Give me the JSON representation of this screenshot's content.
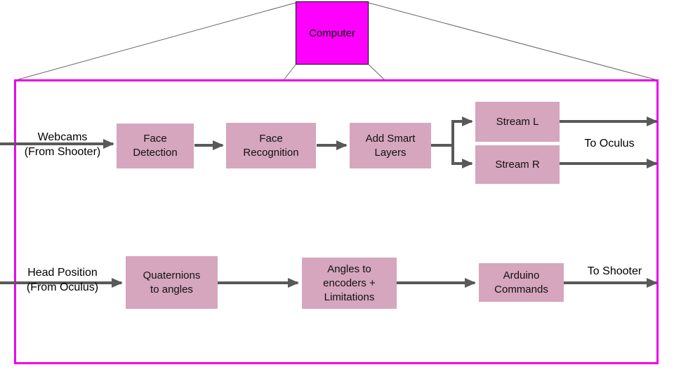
{
  "computer": {
    "label": "Computer"
  },
  "colors": {
    "computer_fill": "#ff00ff",
    "frame_border": "#ee00ee",
    "node_fill": "#d5a6bd",
    "arrow": "#595959",
    "connector_line": "#666666"
  },
  "pipeline_top": {
    "input_label": "Webcams\n(From Shooter)",
    "nodes": [
      {
        "label": "Face\nDetection"
      },
      {
        "label": "Face\nRecognition"
      },
      {
        "label": "Add Smart\nLayers"
      },
      {
        "label": "Stream L"
      },
      {
        "label": "Stream R"
      }
    ],
    "output_label": "To Oculus"
  },
  "pipeline_bottom": {
    "input_label": "Head Position\n(From Oculus)",
    "nodes": [
      {
        "label": "Quaternions\nto angles"
      },
      {
        "label": "Angles to\nencoders +\nLimitations"
      },
      {
        "label": "Arduino\nCommands"
      }
    ],
    "output_label": "To Shooter"
  }
}
